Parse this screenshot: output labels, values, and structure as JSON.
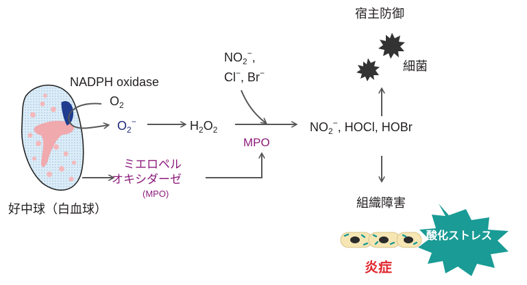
{
  "labels": {
    "nadph_oxidase": "NADPH oxidase",
    "o2": "O",
    "o2_sub": "2",
    "superoxide": "O",
    "superoxide_sub": "2",
    "superoxide_sup": "−",
    "h2o2_h": "H",
    "h2o2_sub1": "2",
    "h2o2_o": "O",
    "h2o2_sub2": "2",
    "nitrite_top": "NO",
    "nitrite_top_sub": "2",
    "nitrite_top_sup": "−",
    "nitrite_top_comma": ",",
    "halide_cl": "Cl",
    "halide_cl_sup": "−",
    "halide_sep": ", Br",
    "halide_br_sup": "−",
    "mpo_center": "MPO",
    "mpo_line1": "ミエロペル",
    "mpo_line2": "オキシダーゼ",
    "mpo_abbr": "(MPO)",
    "products_no": "NO",
    "products_no_sub": "2",
    "products_no_sup": "−",
    "products_rest": ", HOCl, HOBr",
    "neutrophil": "好中球（白血球）",
    "host_defense": "宿主防御",
    "bacteria": "細菌",
    "tissue_damage": "組織障害",
    "oxidative_stress": "酸化ストレス",
    "inflammation": "炎症"
  },
  "colors": {
    "text": "#231f20",
    "arrow": "#555555",
    "mpo": "#8b1a7a",
    "superoxide": "#1f2a7a",
    "inflammation": "#e0262d",
    "burst": "#1a9b95",
    "bacteria": "#333333",
    "cell_fill": "#d6ecf7",
    "nucleus": "#f0a9ad",
    "granule_blue": "#1f3c8f"
  }
}
